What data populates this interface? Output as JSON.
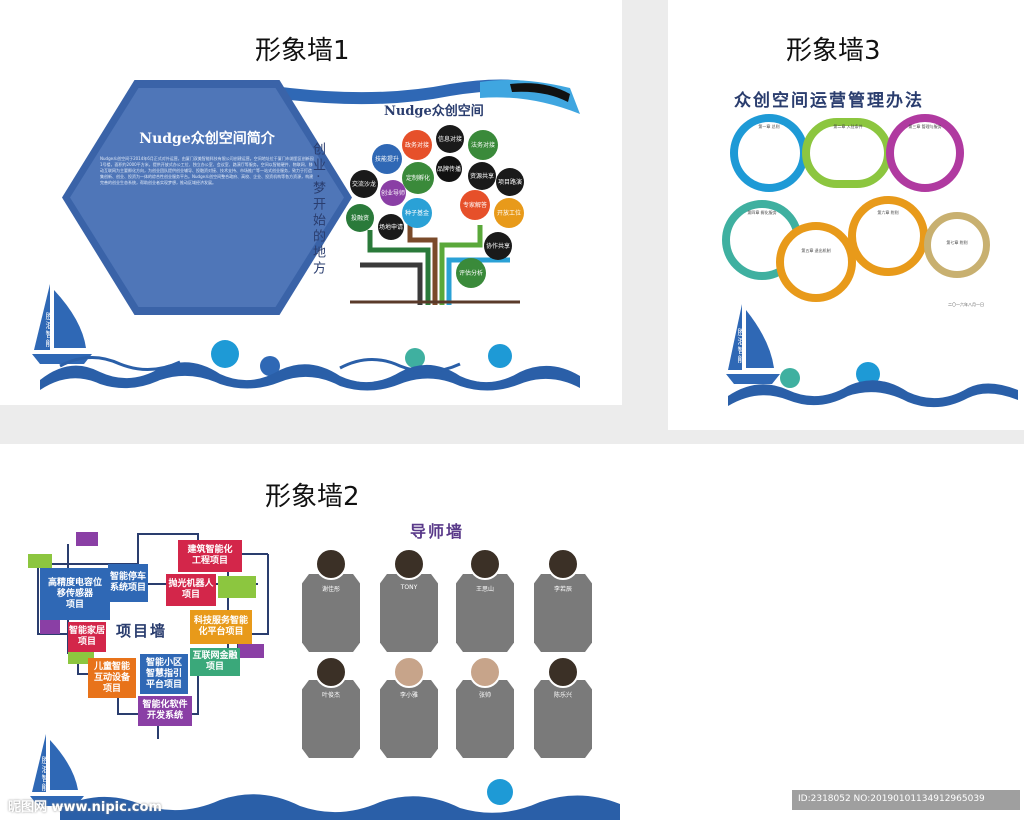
{
  "panels": {
    "wall1": {
      "title": "形象墙1",
      "hex_title": "Nudge众创空间简介",
      "hex_text": "Nudge众创空间于2014年6月正式对外运营，由厦门双美智能科技有限公司创建运营。空间地址位于厦门市湖里区创新园1号楼，面积约2000平方米，提供开放式办公工位、独立办公室、会议室、路演厅等服务。空间以智能硬件、物联网、移动互联网为主要孵化方向，为创业团队提供创业辅导、投融资对接、技术支持、市场推广等一站式创业服务，致力于打造集创新、创业、投资为一体的综合性创业服务平台。Nudge众创空间整合政府、高校、企业、投资机构等各方资源，构建完善的创业生态系统，帮助创业者实现梦想，推动区域经济发展。",
      "tree_title": "Nudge众创空间",
      "vertical_slogan": "创业·梦开始的地方",
      "boat_text": "胜浪智能",
      "tree_items": [
        "政务对接",
        "信息对接",
        "法务对接",
        "技能提升",
        "定制孵化",
        "品牌传播",
        "资源共享",
        "项目路演",
        "交流沙龙",
        "创业导师",
        "专家解答",
        "开放工位",
        "种子基金",
        "投融资",
        "场地申请",
        "协作共享",
        "评估分析"
      ]
    },
    "wall2": {
      "title": "形象墙2",
      "heart_label": "项目墙",
      "tiles": [
        {
          "label": "建筑智能化\n工程项目",
          "color": "#d3264a"
        },
        {
          "label": "高精度电容位\n移传感器\n项目",
          "color": "#2f68b5"
        },
        {
          "label": "智能停车\n系统项目",
          "color": "#2f68b5"
        },
        {
          "label": "抛光机器人\n项目",
          "color": "#d3264a"
        },
        {
          "label": "智能家居\n项目",
          "color": "#d3264a"
        },
        {
          "label": "科技服务智能\n化平台项目",
          "color": "#e89a1a"
        },
        {
          "label": "儿童智能\n互动设备\n项目",
          "color": "#e8731a"
        },
        {
          "label": "智能小区\n智慧指引\n平台项目",
          "color": "#2f68b5"
        },
        {
          "label": "互联网金融\n项目",
          "color": "#3aa87a"
        },
        {
          "label": "智能化软件\n开发系统",
          "color": "#8a3fa5"
        }
      ],
      "mentor_title": "导师墙",
      "mentors": [
        "谢佳彤",
        "TONY",
        "王思山",
        "李若辰",
        "叶俊杰",
        "李小雅",
        "张帅",
        "陈乐兴"
      ],
      "boat_text": "胜浪智能"
    },
    "wall3": {
      "title": "形象墙3",
      "heading": "众创空间运营管理办法",
      "rings": [
        "第一章 总则",
        "第二章 入驻条件",
        "第三章 管理与服务",
        "第四章 孵化服务",
        "第五章 退出机制",
        "第六章 附则",
        "第七章 附则"
      ],
      "footer_note": "二〇一六年八月一日",
      "boat_text": "胜浪智能"
    }
  },
  "watermark": {
    "logo": "昵图网 www.nipic.com",
    "id": "ID:2318052 NO:20190101134912965039"
  },
  "colors": {
    "navy": "#3a63a8",
    "wave": "#2a5fa8",
    "accent_cyan": "#1e9ad6"
  }
}
